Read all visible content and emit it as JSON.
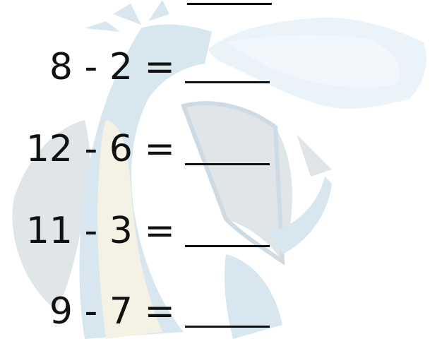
{
  "worksheet": {
    "problems": [
      {
        "expression": "8 - 2 ="
      },
      {
        "expression": "12 - 6 ="
      },
      {
        "expression": "11 - 3 ="
      },
      {
        "expression": "9 - 7 ="
      }
    ]
  },
  "colors": {
    "text": "#111111",
    "watermark_body": "#b8d2e2",
    "watermark_wing": "#c8d0d6",
    "watermark_belly": "#ece6d0",
    "watermark_breath": "#dcebf6"
  },
  "icons": [
    "dragon-watermark-icon"
  ]
}
